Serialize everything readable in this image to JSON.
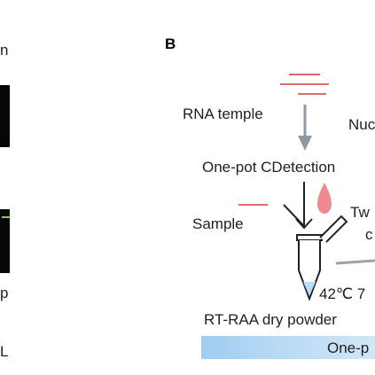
{
  "left_panel": {
    "fragment_top": "n",
    "fragment_mid": "p",
    "fragment_bottom": "L"
  },
  "panel_b": {
    "label": "B",
    "rna_template": "RNA temple",
    "nucleic_fragment": "Nuc",
    "one_pot": "One-pot CDetection",
    "sample": "Sample",
    "tw_fragment": "Tw",
    "c_fragment": "c",
    "temperature": "42℃ 7",
    "rt_raa": "RT-RAA dry powder",
    "bar_text": "One-p"
  },
  "colors": {
    "red_lines": "#e26a6a",
    "droplet": "#ef8a8f",
    "arrow_gray": "#8c9aa3",
    "gel_band": "#7ccf57"
  }
}
